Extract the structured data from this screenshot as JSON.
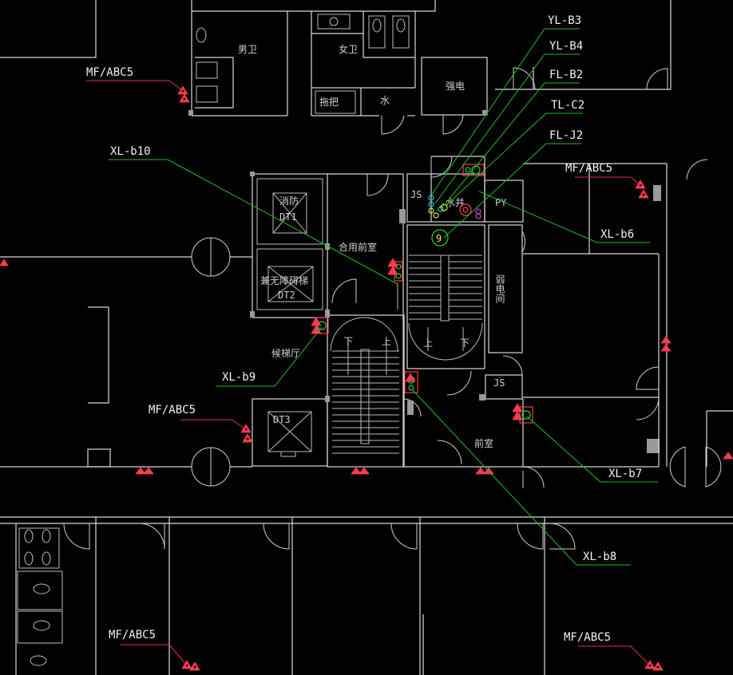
{
  "labels": {
    "yl_b3": "YL-B3",
    "yl_b4": "YL-B4",
    "fl_b2": "FL-B2",
    "tl_c2": "TL-C2",
    "fl_j2": "FL-J2",
    "xl_b10": "XL-b10",
    "xl_b6": "XL-b6",
    "xl_b9": "XL-b9",
    "xl_b7": "XL-b7",
    "xl_b8": "XL-b8",
    "mf_top_left": "MF/ABC5",
    "mf_top_right": "MF/ABC5",
    "mf_mid_left": "MF/ABC5",
    "mf_bottom_left": "MF/ABC5",
    "mf_bottom_right": "MF/ABC5",
    "riser_no": "9"
  },
  "rooms": {
    "mens_wc": "男卫",
    "womens_wc": "女卫",
    "strong_elec": "强电",
    "mop": "拖把",
    "water": "水",
    "fire_elevator": "消防",
    "dt1": "DT1",
    "shared_anteroom": "合用前室",
    "accessible_elevator": "兼无障碍梯",
    "dt2": "DT2",
    "elevator_hall": "候梯厅",
    "dt3": "DT3",
    "js_top": "JS",
    "shaft": "水井",
    "py": "PY",
    "weak_elec": "弱电间",
    "js_bottom": "JS",
    "anteroom": "前室",
    "stair_down_left": "下",
    "stair_up_left": "上",
    "stair_up_right": "上",
    "stair_down_right": "下"
  },
  "colors": {
    "background": "#000000",
    "wall": "#d8d8d8",
    "leader_green": "#19c219",
    "leader_red": "#e0334a",
    "extinguisher": "#ff3a55",
    "text": "#f2f2f2"
  }
}
